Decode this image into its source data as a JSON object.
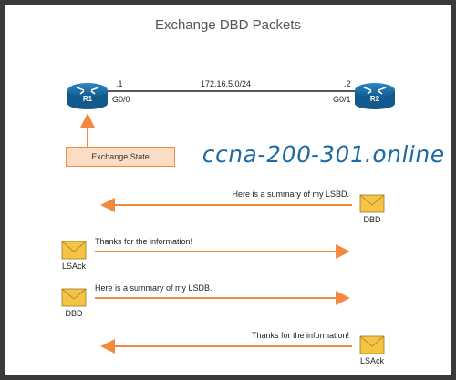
{
  "title": "Exchange DBD Packets",
  "link": {
    "network": "172.16.5.0/24",
    "r1_host": ".1",
    "r2_host": ".2",
    "r1_interface": "G0/0",
    "r2_interface": "G0/1"
  },
  "routers": [
    {
      "name": "R1",
      "icon": "router-icon"
    },
    {
      "name": "R2",
      "icon": "router-icon"
    }
  ],
  "state_label": "Exchange State",
  "watermark": "ccna-200-301.online",
  "messages": [
    {
      "text": "Here is a summary of my LSBD.",
      "direction": "R2-to-R1",
      "packet": "DBD"
    },
    {
      "text": "Thanks for the information!",
      "direction": "R1-to-R2",
      "packet": "LSAck"
    },
    {
      "text": "Here is a summary of my LSDB.",
      "direction": "R1-to-R2",
      "packet": "DBD"
    },
    {
      "text": "Thanks for the information!",
      "direction": "R2-to-R1",
      "packet": "LSAck"
    }
  ],
  "colors": {
    "arrow": "#f18a3f",
    "router": "#1b6fa8",
    "envelope": "#f6c445",
    "watermark": "#1e6aa5"
  }
}
